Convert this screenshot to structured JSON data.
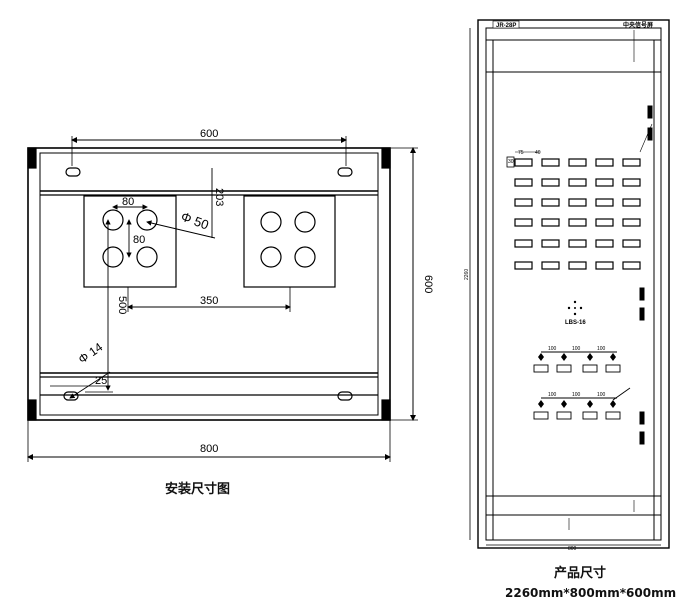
{
  "install_view": {
    "caption": "安装尺寸图",
    "dims": {
      "top_span": "600",
      "outer_width": "800",
      "outer_depth": "600",
      "hole_pitch_x": "80",
      "hole_pitch_y": "80",
      "offset_203": "203",
      "hole_dia": "Φ 50",
      "span_500": "500",
      "span_350": "350",
      "mount_dia": "Φ 14",
      "mount_25": "25"
    }
  },
  "cabinet_view": {
    "header_left": "JR-28P",
    "header_right": "中央信号屏",
    "label_lbs": "LBS-16",
    "caption": "产品尺寸",
    "size_text": "2260mm*800mm*600mm",
    "dim_labels": {
      "small_75": "75",
      "small_40": "40",
      "small_30": "30",
      "side_2260": "2260",
      "bottom_800": "800",
      "col_100": "100"
    }
  }
}
